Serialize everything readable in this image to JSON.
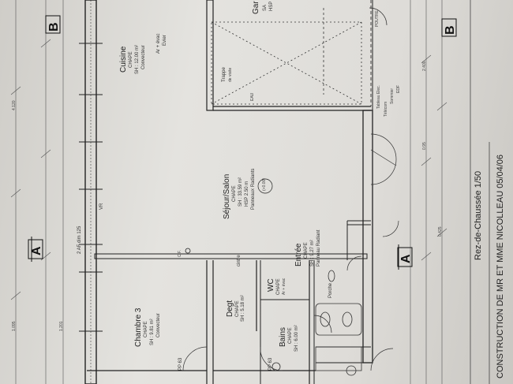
{
  "drawing": {
    "title": "CONSTRUCTION DE MR ET MME NICOLLEAU 05/04/06",
    "level": "Rez-de-Chaussée 1/50"
  },
  "sections": [
    "B",
    "B",
    "A",
    "A"
  ],
  "rooms": {
    "chambre3": {
      "name": "Chambre 3",
      "floor": "CHAPE",
      "area": "SH : 9.81 m²",
      "heat": "Convecteur"
    },
    "degt": {
      "name": "Degt",
      "floor": "CHAPE",
      "area": "SH : 5.18 m²"
    },
    "bains": {
      "name": "Bains",
      "floor": "CHAPE",
      "area": "SH : 6.00 m²"
    },
    "wc": {
      "name": "WC",
      "floor": "CHAPE",
      "note": "Ar + évac"
    },
    "entree": {
      "name": "Entrée",
      "floor": "CHAPE",
      "area": "SH : 9.27 m²",
      "heat": "Panneau Radiant"
    },
    "sejour": {
      "name": "Séjour/Salon",
      "floor": "CHAPE",
      "area": "SH : 33.59 m²",
      "hsp": "HSP 2.50 m",
      "heat": "Panneaux Radiants"
    },
    "cuisine": {
      "name": "Cuisine",
      "floor": "CHAPE",
      "area": "SH : 12.00 m²",
      "heat": "Convecteur",
      "note": "Ar + évac",
      "note2": "Evier"
    },
    "garage": {
      "name": "Gar",
      "code": "SA",
      "hsp": "HSP"
    },
    "porche": {
      "name": "Porche"
    }
  },
  "labels": {
    "pp63a": "PP 63",
    "pp63b": "PP 63",
    "trappe": "Trappe",
    "visite": "de visite",
    "eau": "EAU",
    "tableau": "Tableau Elec.",
    "telecom": "Télécom",
    "edf": "EDF",
    "sommier": "Sommier",
    "poutre": "POUTRE",
    "cintre": "cintre",
    "vr": "VR",
    "cf": "C.F.",
    "af": "2 AF dim 125",
    "zero": "(+0.00)",
    "dims": [
      "4.120",
      "2.400",
      "1.095",
      "0.95",
      "1.201",
      "0.425"
    ]
  }
}
